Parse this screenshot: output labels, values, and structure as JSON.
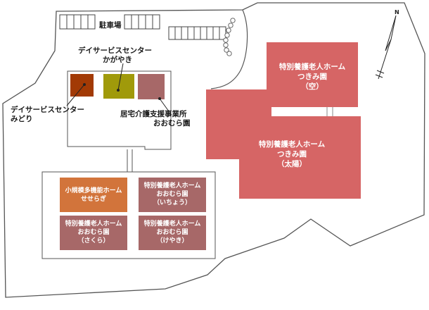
{
  "title": "",
  "colors": {
    "site_outline": "#555555",
    "orange": "#d2743b",
    "mauve": "#9b6464",
    "red_small": "#d66565",
    "red_big": "#d66565",
    "day_brown": "#a23a05",
    "day_olive": "#a09a0a",
    "home_mauve": "#a76868"
  },
  "labels": {
    "parking": "駐車場",
    "day_kagayaki_1": "デイサービスセンター",
    "day_kagayaki_2": "かがやき",
    "day_midori_1": "デイサービスセンター",
    "day_midori_2": "みどり",
    "kyotaku_1": "居宅介護支援事業所",
    "kyotaku_2": "おおむら園",
    "north": "N"
  },
  "buildings": {
    "tsukimi_sora": [
      "特別養護老人ホーム",
      "つきみ園",
      "（空）"
    ],
    "tsukimi_taiyo": [
      "特別養護老人ホーム",
      "つきみ園",
      "（太陽）"
    ],
    "seseragi": [
      "小規模多機能ホーム",
      "せせらぎ"
    ],
    "icho": [
      "特別養護老人ホーム",
      "おおむら園",
      "（いちょう）"
    ],
    "sakura": [
      "特別養護老人ホーム",
      "おおむら園",
      "（さくら）"
    ],
    "keyaki": [
      "特別養護老人ホーム",
      "おおむら園",
      "（けやき）"
    ]
  }
}
